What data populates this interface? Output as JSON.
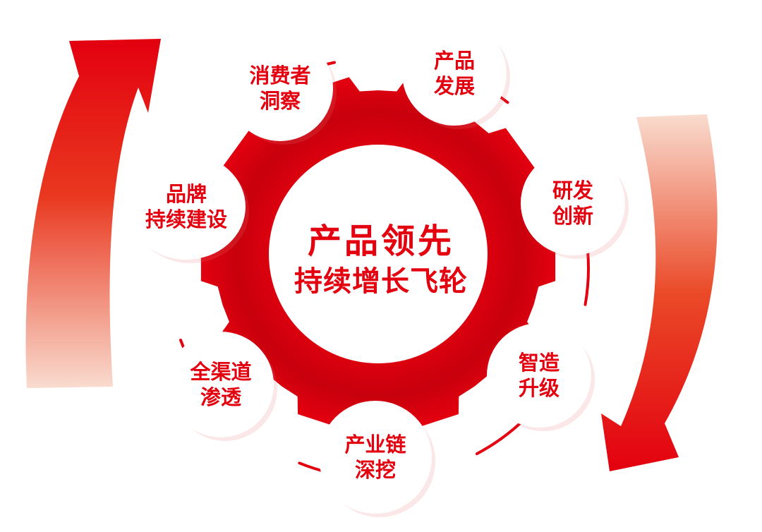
{
  "colors": {
    "primary": "#e3000f",
    "dark": "#b8000c",
    "gradient_light": "#f7cfc0"
  },
  "center": {
    "line1": "产品领先",
    "line2": "持续增长飞轮"
  },
  "nodes": [
    {
      "line1": "消费者",
      "line2": "洞察"
    },
    {
      "line1": "产品",
      "line2": "发展"
    },
    {
      "line1": "研发",
      "line2": "创新"
    },
    {
      "line1": "智造",
      "line2": "升级"
    },
    {
      "line1": "产业链",
      "line2": "深挖"
    },
    {
      "line1": "全渠道",
      "line2": "渗透"
    },
    {
      "line1": "品牌",
      "line2": "持续建设"
    }
  ]
}
